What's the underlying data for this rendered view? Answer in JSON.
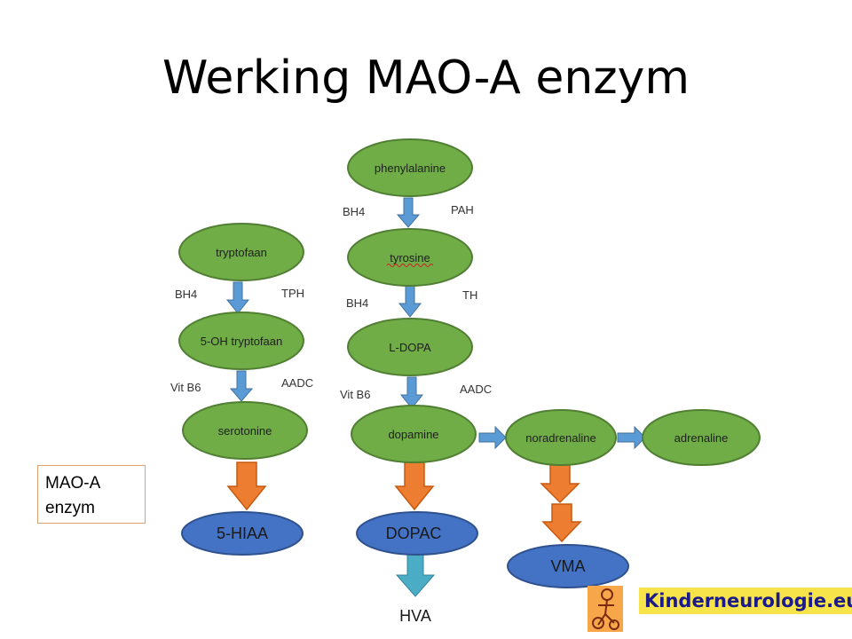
{
  "title": "Werking MAO-A enzym",
  "colors": {
    "node_green": "#70ad47",
    "node_blue": "#4472c4",
    "arrow_blue": "#5b9bd5",
    "arrow_orange": "#ed7d31",
    "arrow_cyan": "#4bacc6"
  },
  "nodes": {
    "phenylalanine": "phenylalanine",
    "tryptofaan": "tryptofaan",
    "tyrosine": "tyrosine",
    "oh_tryptofaan": "5-OH tryptofaan",
    "ldopa": "L-DOPA",
    "serotonine": "serotonine",
    "dopamine": "dopamine",
    "noradrenaline": "noradrenaline",
    "adrenaline": "adrenaline",
    "hiaa": "5-HIAA",
    "dopac": "DOPAC",
    "vma": "VMA",
    "hva": "HVA"
  },
  "cofactors": {
    "bh4_1": "BH4",
    "pah": "PAH",
    "bh4_2": "BH4",
    "tph": "TPH",
    "bh4_3": "BH4",
    "th": "TH",
    "vitb6_1": "Vit B6",
    "aadc_1": "AADC",
    "vitb6_2": "Vit B6",
    "aadc_2": "AADC"
  },
  "legend": {
    "line1": "MAO-A",
    "line2": "enzym"
  },
  "logo": {
    "text": "Kinderneurologie.eu"
  }
}
